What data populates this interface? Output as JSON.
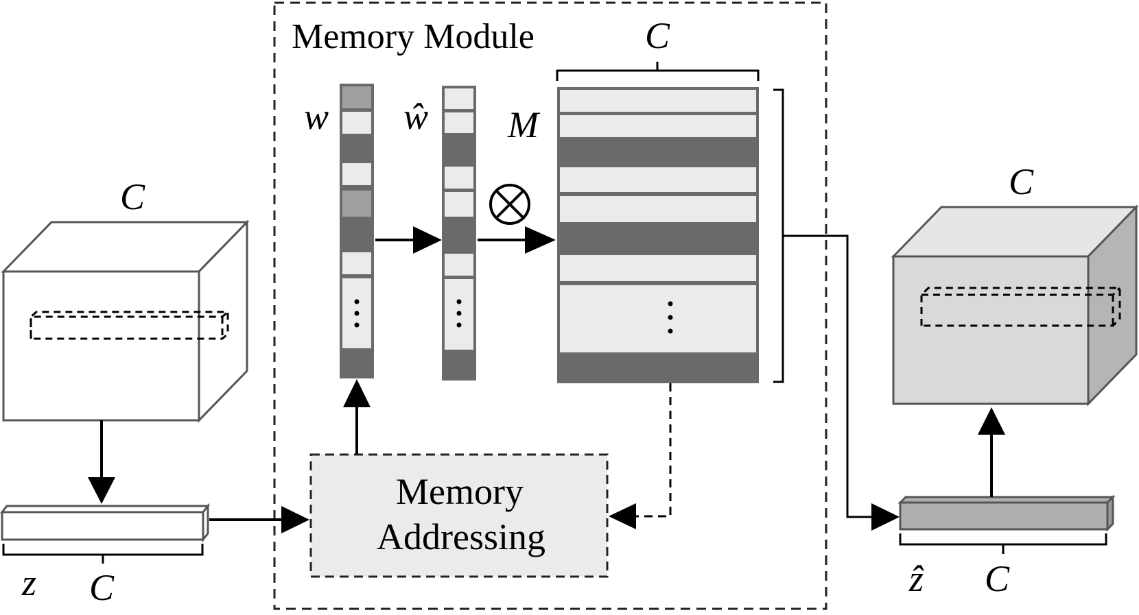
{
  "memory_module": {
    "title": "Memory Module",
    "addressing_label_line1": "Memory",
    "addressing_label_line2": "Addressing"
  },
  "labels": {
    "input_cube_c": "C",
    "output_cube_c": "C",
    "memory_c": "C",
    "memory_m": "M",
    "weight_w": "w",
    "weight_w_hat": "ŵ",
    "z": "z",
    "z_c": "C",
    "z_hat": "ẑ",
    "z_hat_c": "C",
    "multiply_symbol": "⊗",
    "ellipsis": "⋮"
  },
  "colors": {
    "light_cell": "#ebebeb",
    "mid_cell": "#a0a0a0",
    "dark_cell": "#6a6a6a",
    "output_cube_front": "#d9d9d9",
    "output_cube_top": "#e6e6e6",
    "output_cube_side": "#b5b5b5",
    "addressing_fill": "#ebebeb",
    "z_hat_fill": "#b0b0b0"
  }
}
